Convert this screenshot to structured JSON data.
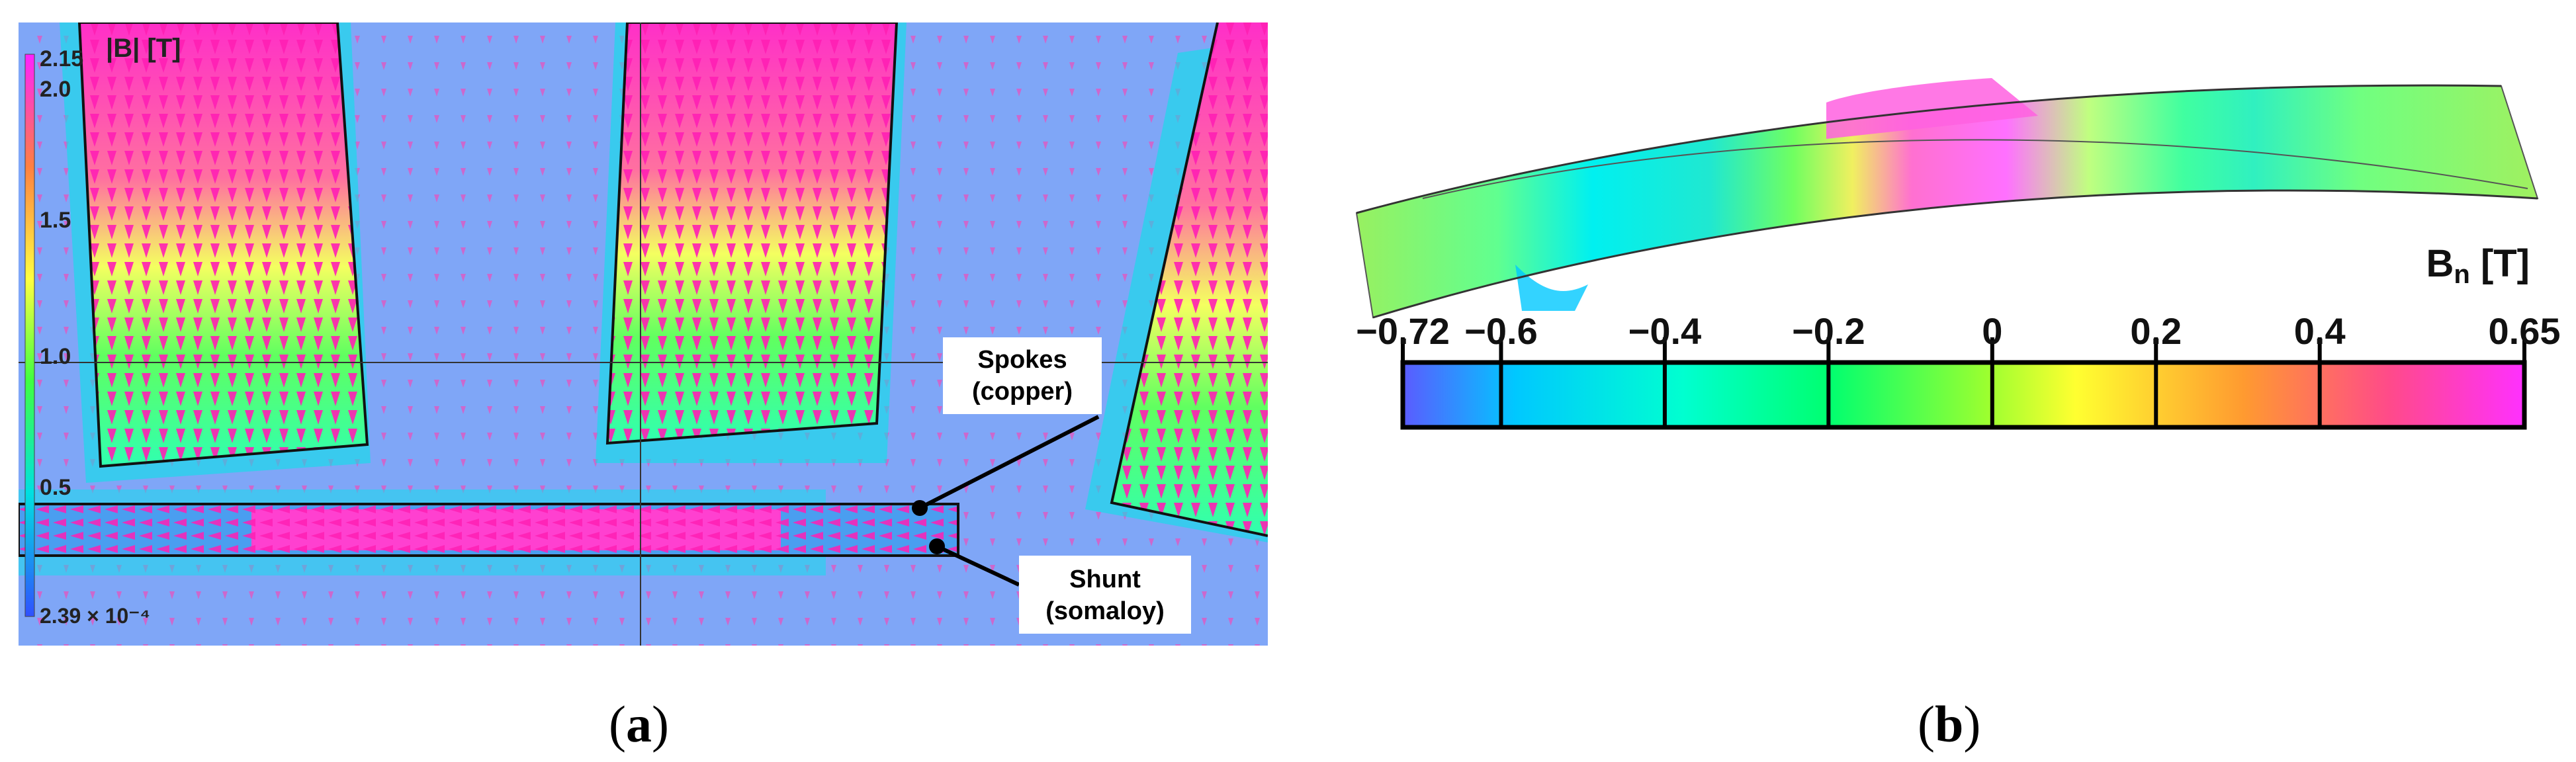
{
  "panel_a": {
    "colorbar": {
      "title": "|B| [T]",
      "max_label": "2.15",
      "ticks": [
        "2.0",
        "1.5",
        "1.0",
        "0.5"
      ],
      "min_label": "2.39 × 10⁻⁴",
      "colors": [
        "#3050ff",
        "#00e0e0",
        "#40ff40",
        "#ffff40",
        "#ff8040",
        "#ff20ff"
      ]
    },
    "annotations": {
      "spokes_line1": "Spokes",
      "spokes_line2": "(copper)",
      "shunt_line1": "Shunt",
      "shunt_line2": "(somaloy)"
    },
    "background_color": "#7fa6f7",
    "arrow_color": "#ff1fb4"
  },
  "panel_b": {
    "colorbar": {
      "title_main": "B",
      "title_sub": "n",
      "title_unit": " [T]",
      "tick_labels": [
        "−0.72",
        "−0.6",
        "−0.4",
        "−0.2",
        "0",
        "0.2",
        "0.4",
        "0.65"
      ],
      "colors": [
        "#5b5bff",
        "#00e5ff",
        "#00ff9a",
        "#5aff3a",
        "#ffff30",
        "#ff9a30",
        "#ff4a8a",
        "#ff30ff"
      ]
    }
  },
  "captions": {
    "a": "a",
    "b": "b"
  }
}
